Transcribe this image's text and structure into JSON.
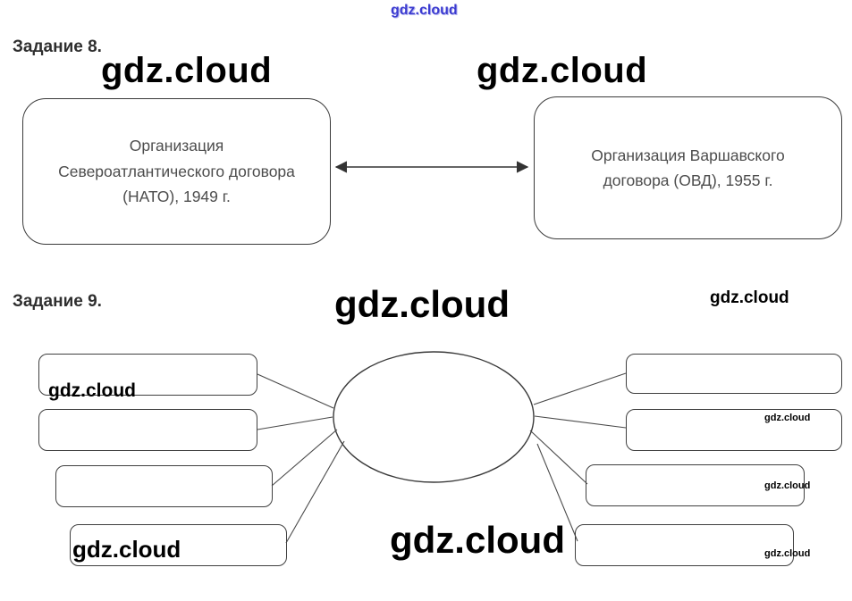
{
  "watermark": {
    "text": "gdz.cloud"
  },
  "task8": {
    "label": "Задание 8.",
    "left_box": "Организация Североатлантического договора (НАТО), 1949 г.",
    "right_box": "Организация Варшавского договора (ОВД), 1955 г."
  },
  "task9": {
    "label": "Задание 9."
  },
  "colors": {
    "watermark_top": "#3b3bd0",
    "watermark_main": "#000000",
    "outline": "#3a3a3a",
    "box_text": "#4d4d4d"
  }
}
